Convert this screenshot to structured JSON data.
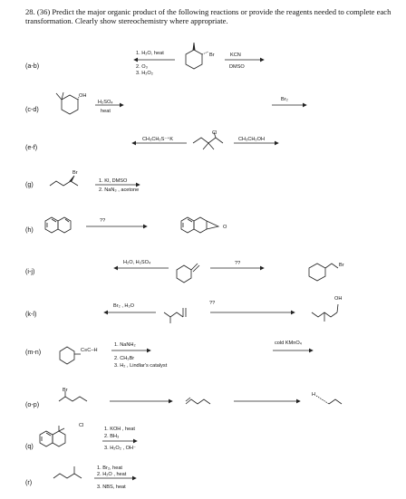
{
  "question": {
    "number": "28.",
    "text": "(36) Predict the major organic product of the following reactions or provide the reagents needed to complete each transformation. Clearly show stereochemistry where appropriate."
  },
  "problems": [
    {
      "label": "(a-b)",
      "reagents_left": [
        "1. H₂O, heat",
        "2. O₃",
        "3. H₂O₂"
      ],
      "substituent": "Br",
      "reagents_right": [
        "KCN",
        "DMSO"
      ]
    },
    {
      "label": "(c-d)",
      "substituent": "OH",
      "reagents_left": [
        "H₂SO₄",
        "heat"
      ],
      "reagents_right": [
        "Br₂"
      ]
    },
    {
      "label": "(e-f)",
      "substituent": "Cl",
      "reagents_left": [
        "CH₃CH₂S⁻⁺K"
      ],
      "reagents_right": [
        "CH₃CH₂OH"
      ]
    },
    {
      "label": "(g)",
      "substituent": "Br",
      "reagents": [
        "1. KI, DMSO",
        "2. NaN₃ , acetone"
      ]
    },
    {
      "label": "(h)",
      "reagents": [
        "??"
      ],
      "product_atom": "O"
    },
    {
      "label": "(i-j)",
      "reagents_left": [
        "H₂O, H₂SO₄"
      ],
      "reagents_mid": [
        "??"
      ],
      "substituent": "Br"
    },
    {
      "label": "(k-l)",
      "reagents_left": [
        "Br₂ , H₂O"
      ],
      "reagents_right": [
        "??"
      ],
      "substituent": "OH"
    },
    {
      "label": "(m-n)",
      "alkyne_label": "C≡C–H",
      "reagents_mid": [
        "1. NaNH₂",
        "2. CH₃Br",
        "3. H₂ , Lindlar's catalyst"
      ],
      "reagents_right": [
        "cold KMnO₄"
      ]
    },
    {
      "label": "(o-p)",
      "substituent": "Br",
      "end_label": "H"
    },
    {
      "label": "(q)",
      "substituent": "Cl",
      "reagents": [
        "1. KOH , heat",
        "2. BH₃",
        "3. H₂O₂ , OH⁻"
      ]
    },
    {
      "label": "(r)",
      "reagents": [
        "1. Br₂, heat",
        "2. H₂O , heat",
        "3. NBS, heat"
      ]
    }
  ]
}
